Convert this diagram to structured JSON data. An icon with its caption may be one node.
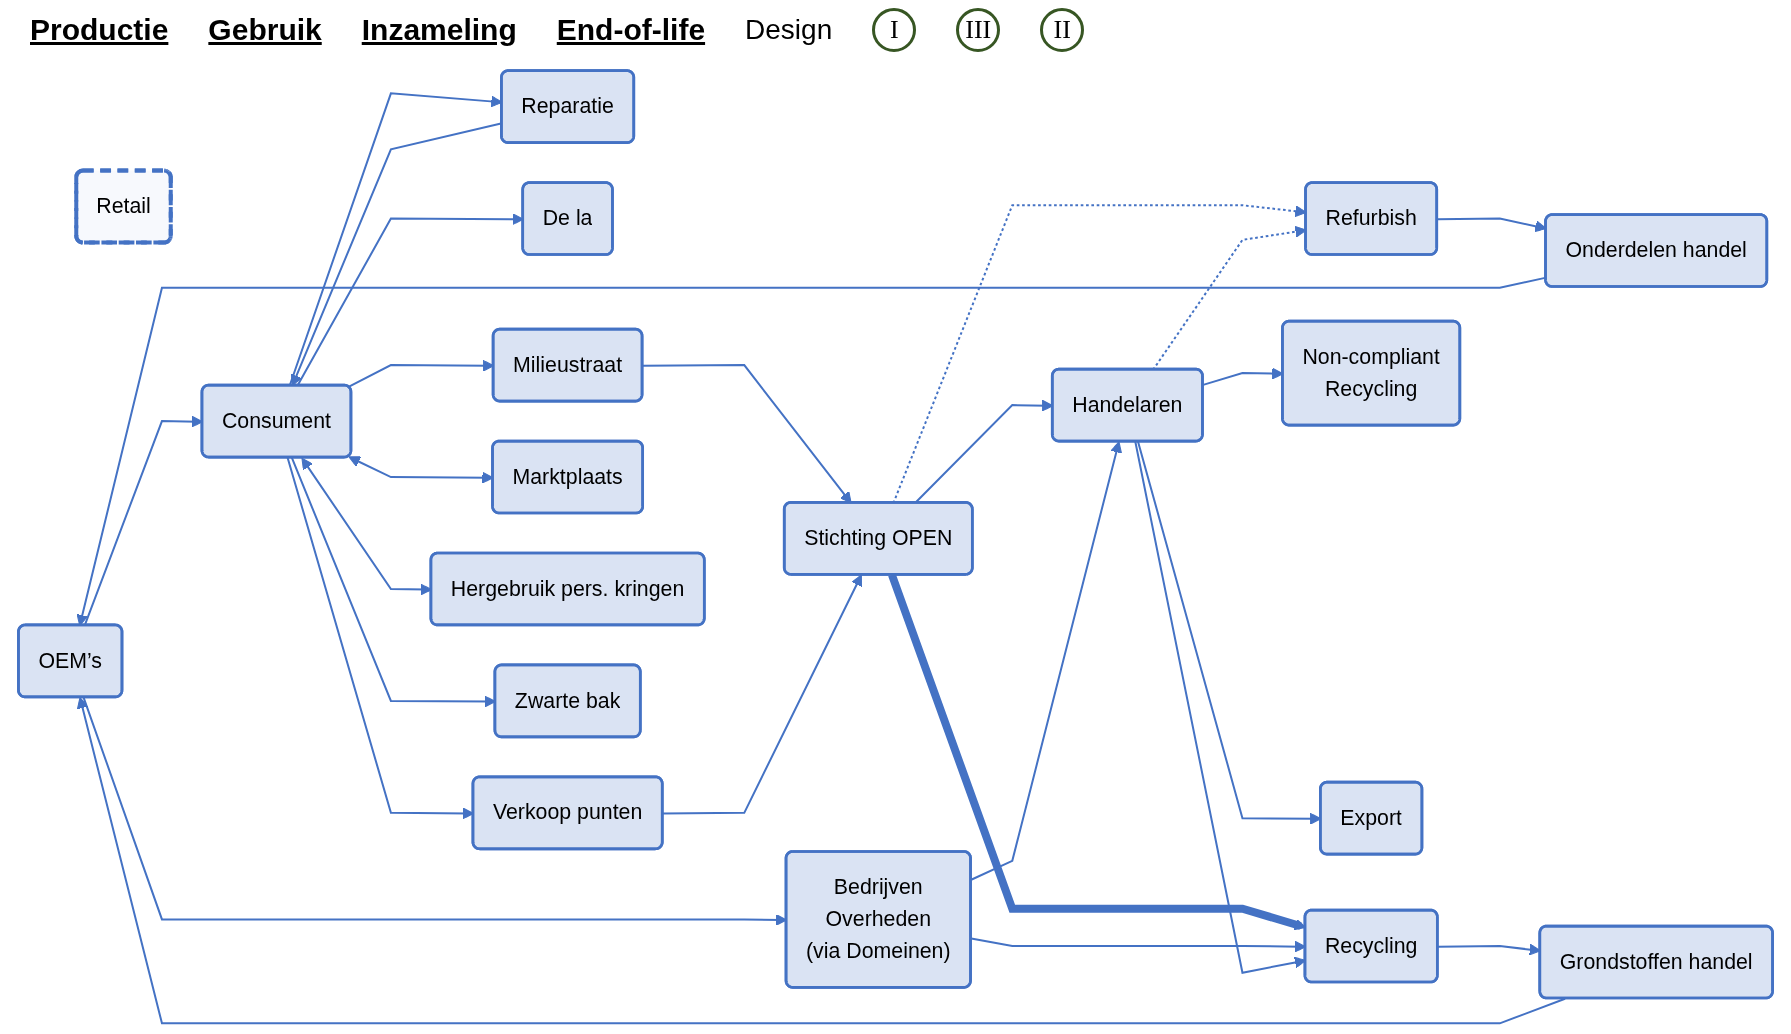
{
  "diagram": {
    "nodes": [
      {
        "text": [
          "OEM’s"
        ]
      },
      {
        "text": [
          "Retail"
        ]
      },
      {
        "text": [
          "Reparatie"
        ]
      },
      {
        "text": [
          "Consument"
        ]
      },
      {
        "text": [
          "De la"
        ]
      },
      {
        "text": [
          "Milieustraat"
        ]
      },
      {
        "text": [
          "Verkoop punten"
        ]
      },
      {
        "text": [
          "Stichting OPEN"
        ]
      },
      {
        "text": [
          "Refurbish"
        ]
      },
      {
        "text": [
          "Recycling"
        ]
      },
      {
        "text": [
          "Handelaren"
        ]
      },
      {
        "text": [
          "Marktplaats"
        ]
      },
      {
        "text": [
          "Grondstoffen handel"
        ]
      },
      {
        "text": [
          "Hergebruik pers. kringen"
        ]
      },
      {
        "text": [
          "Non-compliant",
          "Recycling"
        ]
      },
      {
        "text": [
          "Onderdelen handel"
        ]
      },
      {
        "text": [
          "Zwarte bak"
        ]
      },
      {
        "text": [
          "Export"
        ]
      },
      {
        "text": [
          "Bedrijven",
          "Overheden",
          "(via Domeinen)"
        ]
      }
    ],
    "edges": [
      {
        "from": 0,
        "to": 3,
        "arrow": "to"
      },
      {
        "from": 0,
        "to": 18,
        "arrow": "to"
      },
      {
        "from": 12,
        "to": 0,
        "arrow": "to"
      },
      {
        "from": 15,
        "to": 0,
        "arrow": "to"
      },
      {
        "from": 3,
        "to": 2,
        "arrow": "to"
      },
      {
        "from": 2,
        "to": 3,
        "arrow": "to"
      },
      {
        "from": 3,
        "to": 4,
        "arrow": "to"
      },
      {
        "from": 3,
        "to": 5,
        "arrow": "to"
      },
      {
        "from": 3,
        "to": 6,
        "arrow": "to"
      },
      {
        "from": 3,
        "to": 11,
        "arrow": "both"
      },
      {
        "from": 3,
        "to": 13,
        "arrow": "both"
      },
      {
        "from": 3,
        "to": 16,
        "arrow": "to"
      },
      {
        "from": 5,
        "to": 7,
        "arrow": "to"
      },
      {
        "from": 6,
        "to": 7,
        "arrow": "to"
      },
      {
        "from": 7,
        "to": 8,
        "arrow": "to",
        "style": "dashed"
      },
      {
        "from": 7,
        "to": 9,
        "arrow": "to",
        "style": "thick"
      },
      {
        "from": 7,
        "to": 10,
        "arrow": "to"
      },
      {
        "from": 18,
        "to": 10,
        "arrow": "to"
      },
      {
        "from": 18,
        "to": 9,
        "arrow": "to"
      },
      {
        "from": 10,
        "to": 8,
        "arrow": "to",
        "style": "dashed"
      },
      {
        "from": 10,
        "to": 9,
        "arrow": "to"
      },
      {
        "from": 10,
        "to": 14,
        "arrow": "to"
      },
      {
        "from": 10,
        "to": 17,
        "arrow": "to"
      },
      {
        "from": 9,
        "to": 12,
        "arrow": "to"
      },
      {
        "from": 8,
        "to": 15,
        "arrow": "to"
      }
    ],
    "labels": [
      "Productie",
      "Gebruik",
      "Inzameling",
      "End-of-life",
      "Design",
      "I",
      "III",
      "II"
    ]
  }
}
